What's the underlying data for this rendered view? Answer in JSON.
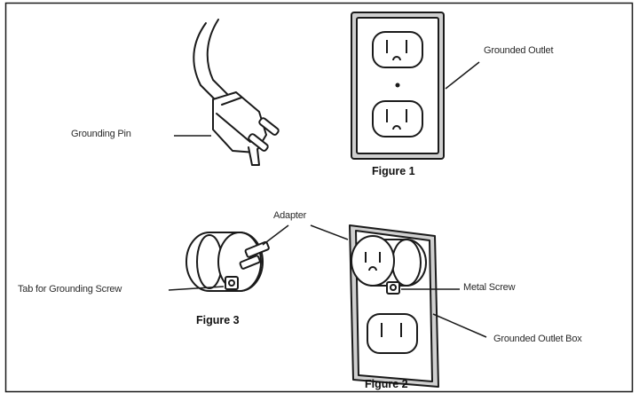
{
  "labels": {
    "grounding_pin": "Grounding Pin",
    "grounded_outlet": "Grounded Outlet",
    "adapter": "Adapter",
    "tab_for_grounding_screw": "Tab for Grounding Screw",
    "metal_screw": "Metal Screw",
    "grounded_outlet_box": "Grounded Outlet Box"
  },
  "figures": {
    "figure_1": "Figure 1",
    "figure_2": "Figure 2",
    "figure_3": "Figure 3"
  },
  "colors": {
    "line": "#1a1a1a",
    "box_fill": "#d0d0d0",
    "background": "#ffffff"
  }
}
